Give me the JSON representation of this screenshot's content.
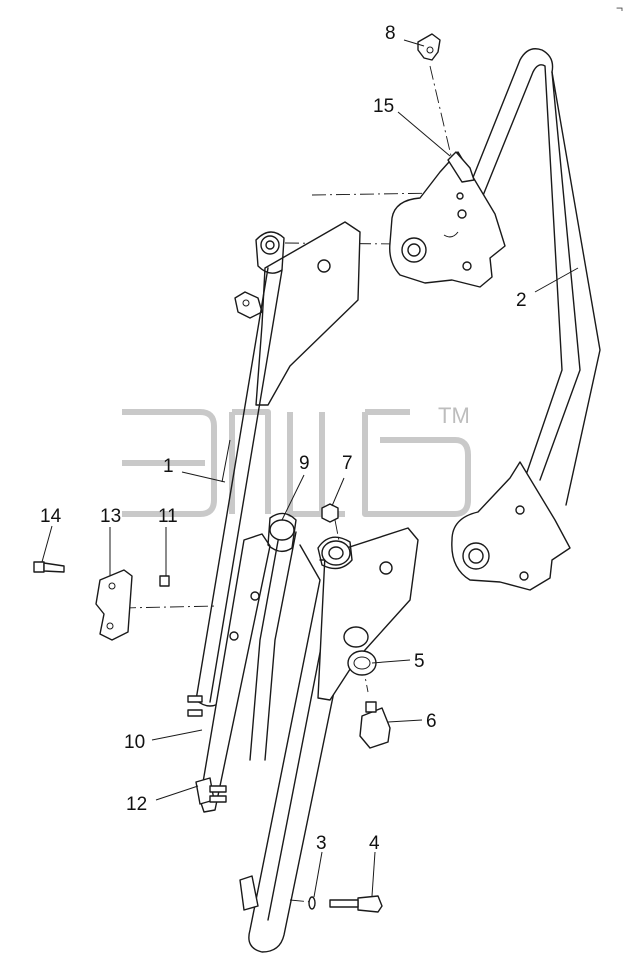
{
  "watermark": {
    "tm": "TM",
    "color": "#c9c9c9"
  },
  "callouts": [
    "1",
    "2",
    "3",
    "4",
    "5",
    "6",
    "7",
    "8",
    "9",
    "10",
    "11",
    "12",
    "13",
    "14",
    "15"
  ],
  "corner_mark": "¬"
}
